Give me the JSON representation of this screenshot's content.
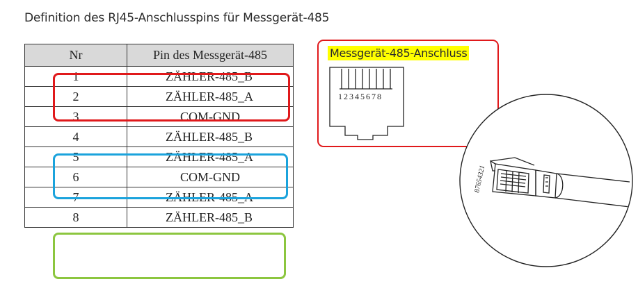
{
  "title": "Definition des RJ45-Anschlusspins für Messgerät-485",
  "table": {
    "headers": {
      "nr": "Nr",
      "pin": "Pin des Messgerät-485"
    },
    "rows": [
      {
        "nr": "1",
        "pin": "ZÄHLER-485_B"
      },
      {
        "nr": "2",
        "pin": "ZÄHLER-485_A"
      },
      {
        "nr": "3",
        "pin": "COM-GND"
      },
      {
        "nr": "4",
        "pin": "ZÄHLER-485_B"
      },
      {
        "nr": "5",
        "pin": "ZÄHLER-485_A"
      },
      {
        "nr": "6",
        "pin": "COM-GND"
      },
      {
        "nr": "7",
        "pin": "ZÄHLER-485_A"
      },
      {
        "nr": "8",
        "pin": "ZÄHLER-485_B"
      }
    ]
  },
  "highlight_colors": {
    "group1": "#e0191b",
    "group2": "#1ba3dc",
    "group3": "#8cc63f",
    "label_bg": "#ffff00"
  },
  "connector": {
    "label": "Messgerät-485-Anschluss",
    "pin_numbers": "12345678"
  },
  "plug": {
    "pin_numbers": "87654321"
  }
}
